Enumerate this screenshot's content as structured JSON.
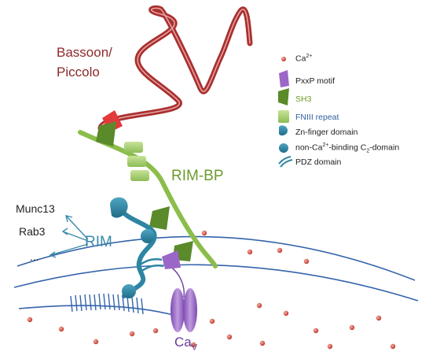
{
  "labels": {
    "bassoon": "Bassoon/",
    "piccolo": "Piccolo",
    "rim_bp": "RIM-BP",
    "rim": "RIM",
    "cav_main": "Ca",
    "cav_sub": "V"
  },
  "rim_partners": [
    "Munc13",
    "Rab3",
    "..."
  ],
  "legend": {
    "ca": {
      "base": "Ca",
      "sup": "2+"
    },
    "pxxp": "PxxP motif",
    "sh3": "SH3",
    "fniii": "FNIII repeat",
    "zinc": "Zn-finger domain",
    "c2": {
      "pre": "non-Ca",
      "sup": "2+",
      "mid": "-binding C",
      "sub": "2",
      "post": "-domain"
    },
    "pdz": "PDZ domain"
  },
  "colors": {
    "bassoon": "#a8302f",
    "rim_bp": "#8cbd4a",
    "rim": "#2e85a3",
    "membrane": "#3464ab",
    "channel": "#9b67c7",
    "calcium": "#cc4d44"
  }
}
